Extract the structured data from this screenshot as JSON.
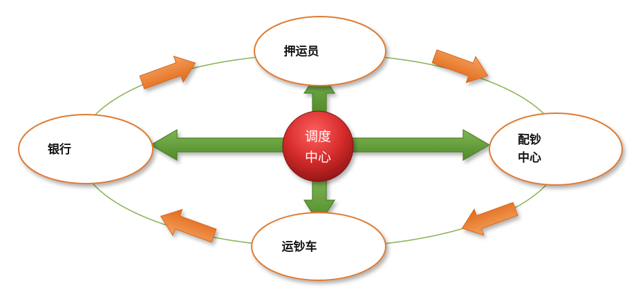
{
  "center": {
    "line1": "调度",
    "line2": "中心"
  },
  "nodes": {
    "escort": "押运员",
    "bank": "银行",
    "cash_center_line1": "配钞",
    "cash_center_line2": "中心",
    "cash_truck": "运钞车"
  },
  "colors": {
    "ring": "#8db55a",
    "node_border": "#e07a30",
    "cycle_arrow": "#ef7f2f",
    "hub_arrow": "#6aa043",
    "hub_red": "#d52b2b"
  }
}
